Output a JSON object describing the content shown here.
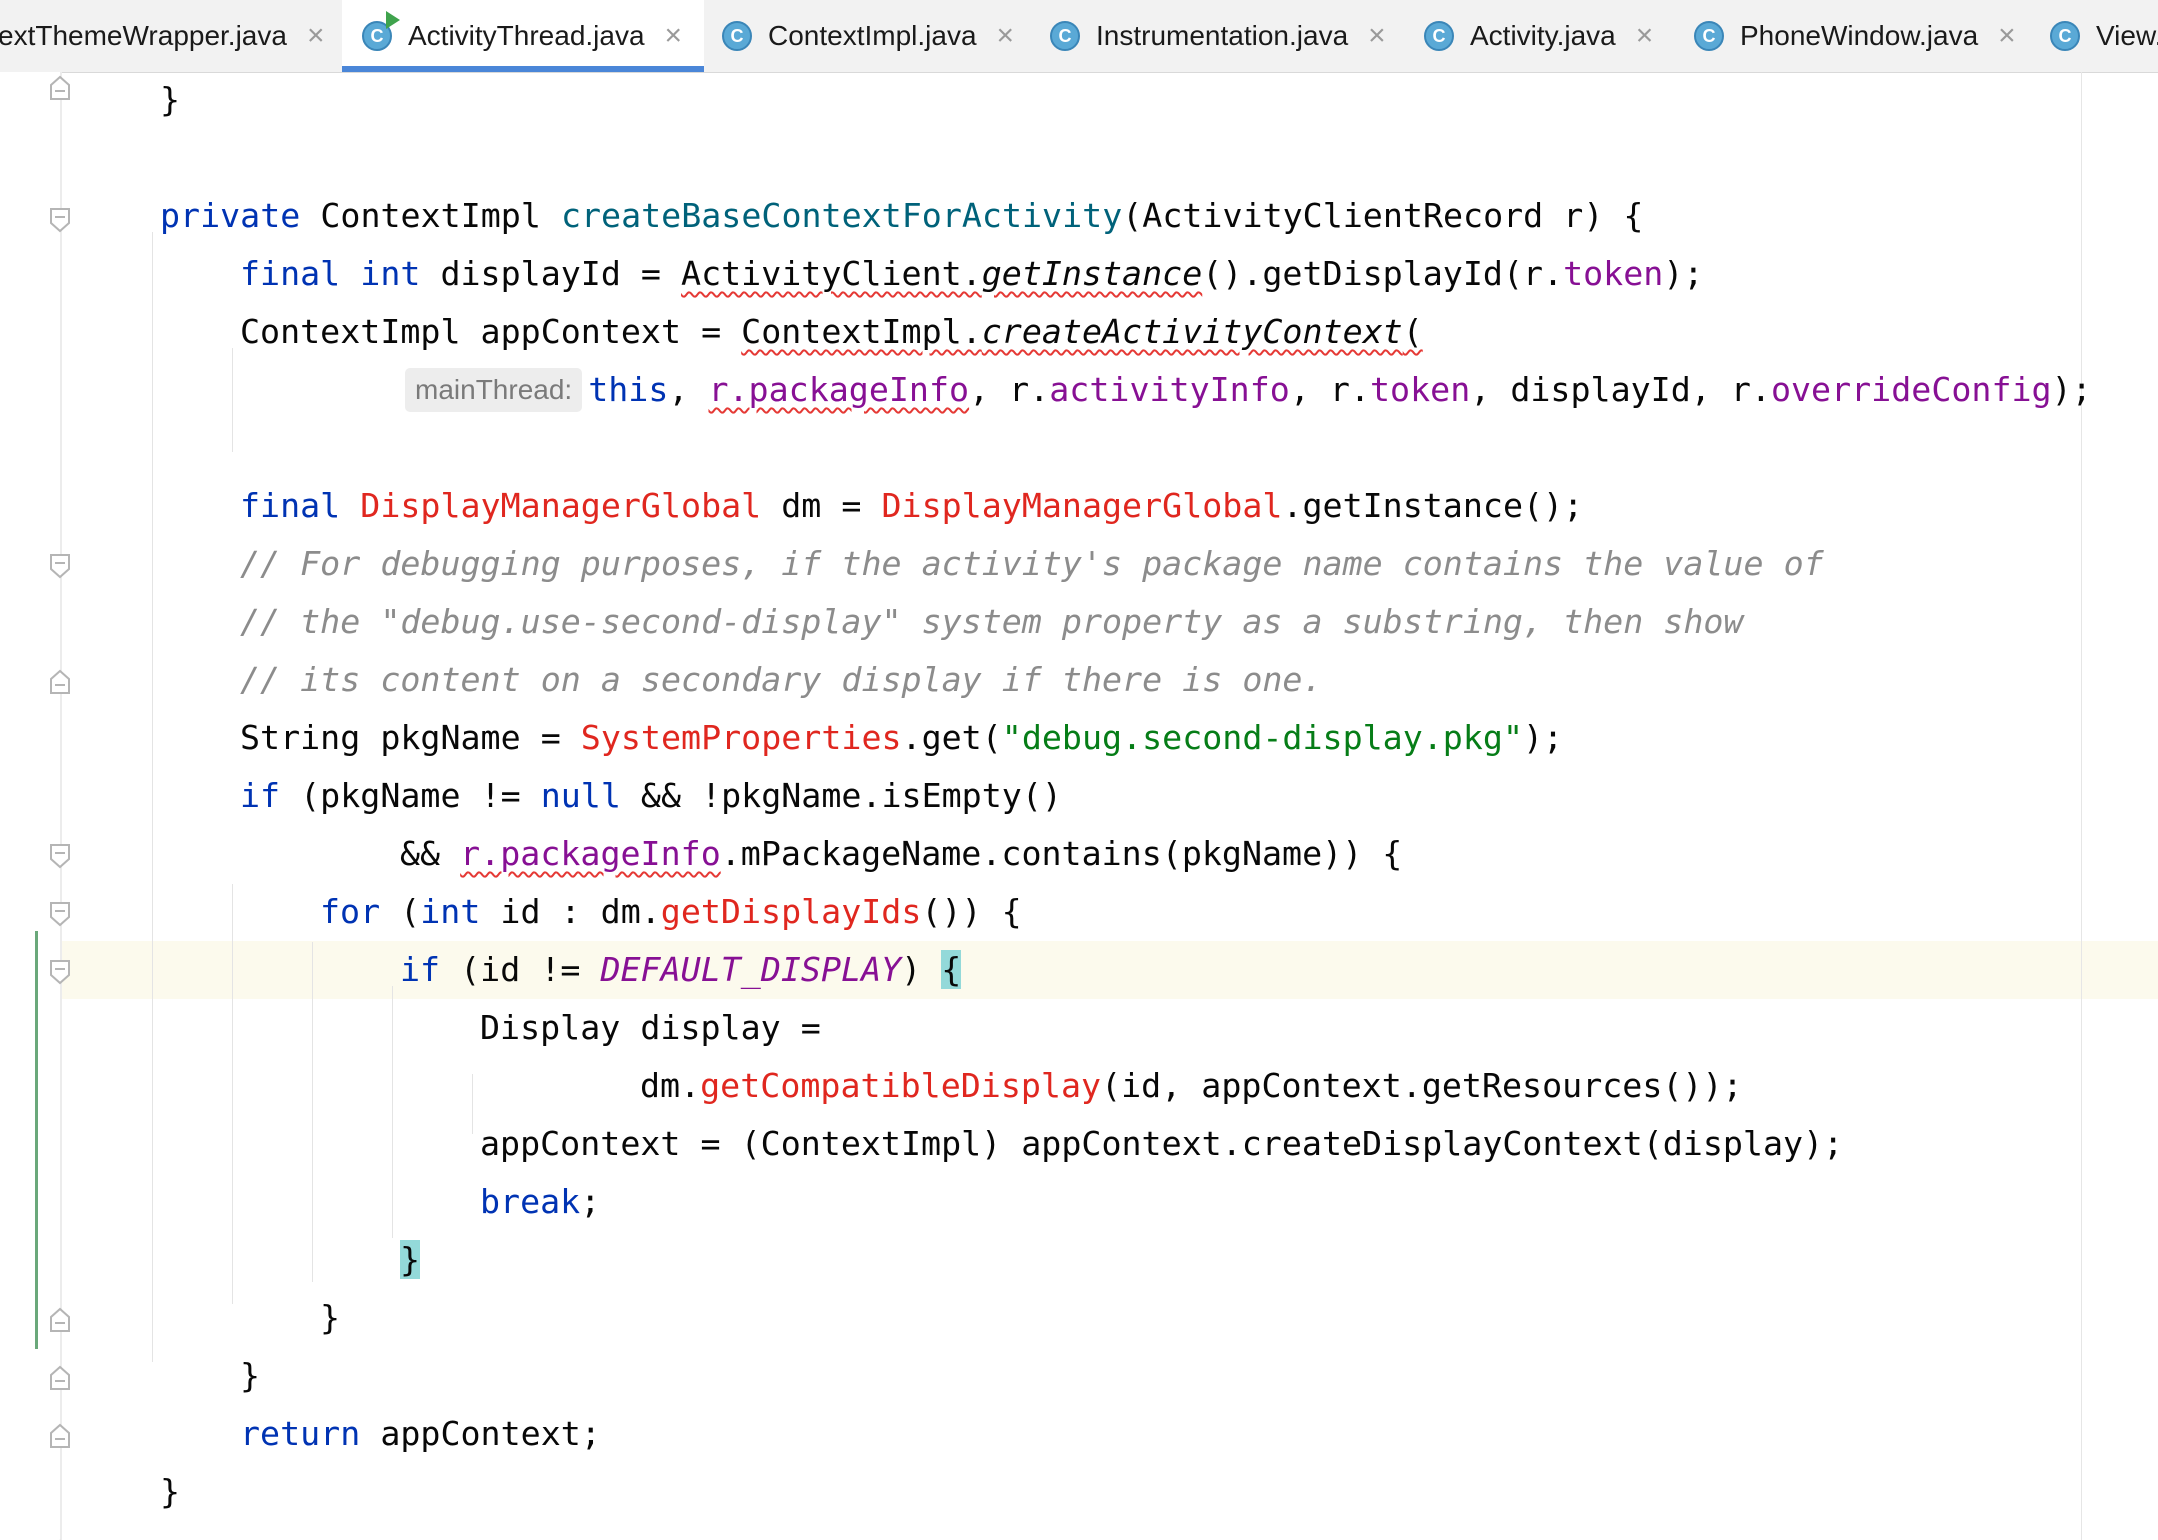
{
  "tabs": [
    {
      "label": "extThemeWrapper.java",
      "icon": "class-icon",
      "active": false
    },
    {
      "label": "ActivityThread.java",
      "icon": "class-run-icon",
      "active": true
    },
    {
      "label": "ContextImpl.java",
      "icon": "class-icon",
      "active": false
    },
    {
      "label": "Instrumentation.java",
      "icon": "class-icon",
      "active": false
    },
    {
      "label": "Activity.java",
      "icon": "class-icon",
      "active": false
    },
    {
      "label": "PhoneWindow.java",
      "icon": "class-icon",
      "active": false
    },
    {
      "label": "View.",
      "icon": "class-icon",
      "active": false
    }
  ],
  "tab_icon_letter": "C",
  "tab_close_glyph": "×",
  "colors": {
    "keyword": "#0033b3",
    "class_error": "#e0271f",
    "method_decl": "#00627a",
    "field": "#871094",
    "string": "#067d17",
    "comment": "#8c8c8c",
    "caret_row": "#fcfaed",
    "brace_match": "#93d9d9",
    "active_tab_underline": "#4a86d8"
  },
  "inlay_hint": "mainThread:",
  "code": {
    "l0": [
      "}"
    ],
    "l2": [
      "private",
      " ContextImpl ",
      "createBaseContextForActivity",
      "(ActivityClientRecord r) {"
    ],
    "l3": [
      "final",
      " ",
      "int",
      " displayId = ",
      "ActivityClient.",
      "getInstance",
      "().getDisplayId(r.",
      "token",
      ");"
    ],
    "l4": [
      "ContextImpl appContext = ",
      "ContextImpl.",
      "createActivityContext",
      "("
    ],
    "l5": [
      "this",
      ", ",
      "r.packageInfo",
      ", r.",
      "activityInfo",
      ", r.",
      "token",
      ", displayId, r.",
      "overrideConfig",
      ");"
    ],
    "l7": [
      "final",
      " ",
      "DisplayManagerGlobal",
      " dm = ",
      "DisplayManagerGlobal",
      ".getInstance();"
    ],
    "l8": [
      "// For debugging purposes, if the activity's package name contains the value of"
    ],
    "l9": [
      "// the \"debug.use-second-display\" system property as a substring, then show"
    ],
    "l10": [
      "// its content on a secondary display if there is one."
    ],
    "l11": [
      "String pkgName = ",
      "SystemProperties",
      ".get(",
      "\"debug.second-display.pkg\"",
      ");"
    ],
    "l12": [
      "if",
      " (pkgName != ",
      "null",
      " && !pkgName.isEmpty()"
    ],
    "l13": [
      "&& ",
      "r.packageInfo",
      ".mPackageName.contains(pkgName)) {"
    ],
    "l14": [
      "for",
      " (",
      "int",
      " id : dm.",
      "getDisplayIds",
      "()) {"
    ],
    "l15": [
      "if",
      " (id != ",
      "DEFAULT_DISPLAY",
      ") ",
      "{"
    ],
    "l16": [
      "Display display ="
    ],
    "l17": [
      "dm.",
      "getCompatibleDisplay",
      "(id, appContext.getResources());"
    ],
    "l18": [
      "appContext = (ContextImpl) appContext.createDisplayContext(display);"
    ],
    "l19": [
      "break",
      ";"
    ],
    "l20": [
      "}"
    ],
    "l21": [
      "}"
    ],
    "l22": [
      "}"
    ],
    "l23": [
      "return",
      " appContext;"
    ],
    "l24": [
      "}"
    ]
  }
}
